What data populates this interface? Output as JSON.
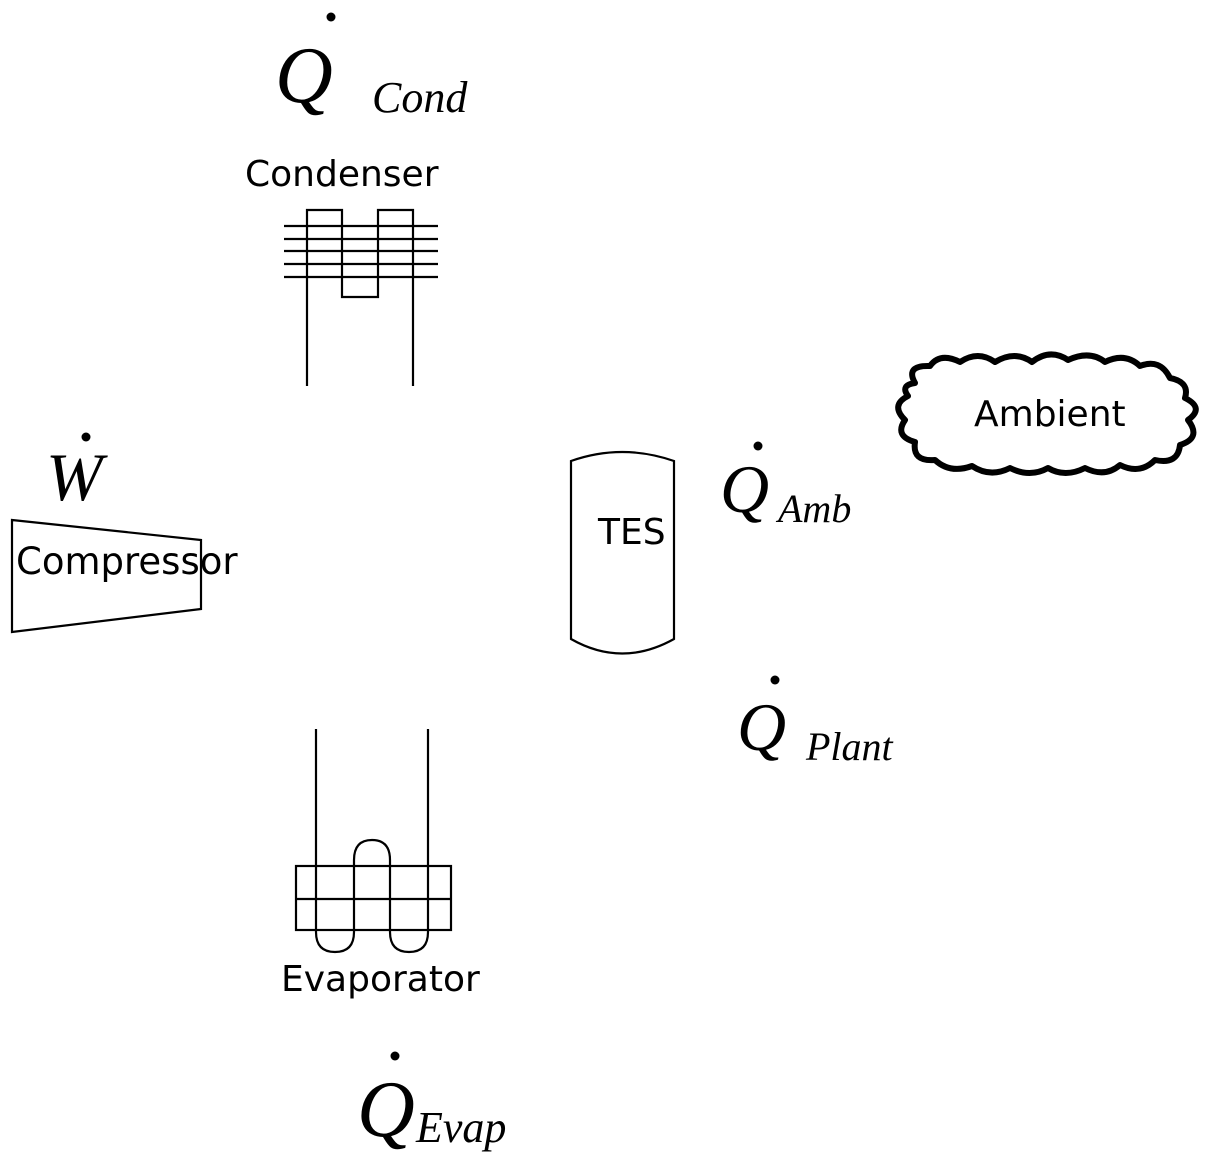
{
  "labels": {
    "condenser": "Condenser",
    "compressor": "Compressor",
    "evaporator": "Evaporator",
    "tes": "TES",
    "ambient": "Ambient"
  },
  "symbols": {
    "q_cond": {
      "main": "Q",
      "sub": "Cond"
    },
    "w": {
      "main": "W"
    },
    "q_amb": {
      "main": "Q",
      "sub": "Amb"
    },
    "q_plant": {
      "main": "Q",
      "sub": "Plant"
    },
    "q_evap": {
      "main": "Q",
      "sub": "Evap"
    }
  }
}
